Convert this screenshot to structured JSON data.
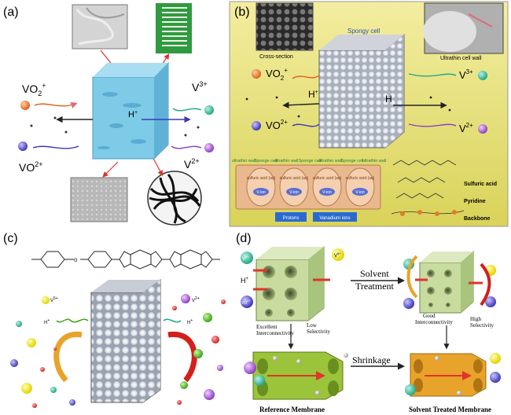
{
  "panel_a": {
    "label": "(a)",
    "ions": {
      "vo2p": "VO",
      "vo2p_sub": "2",
      "vo2p_sup": "+",
      "v3": "V",
      "v3_sup": "3+",
      "vo2": "VO",
      "vo2_sup": "2+",
      "v2": "V",
      "v2_sup": "2+"
    },
    "proton": "H",
    "proton_sup": "+"
  },
  "panel_b": {
    "label": "(b)",
    "cross_section": "Cross-section",
    "spongy_cell": "Spongy cell",
    "ultrathin_cell_wall": "Ultrathin cell wall",
    "ions": {
      "vo2p": "VO",
      "vo2p_sub": "2",
      "vo2p_sup": "+",
      "v3": "V",
      "v3_sup": "3+",
      "vo2": "VO",
      "vo2_sup": "2+",
      "v2": "V",
      "v2_sup": "2+"
    },
    "proton_left": "H",
    "proton_left_sup": "+",
    "proton_right": "H",
    "strip_labels": [
      "ultrathin wall",
      "Sponge cell",
      "ultrathin wall",
      "Sponge cell",
      "ultrathin wall",
      "Sponge cell",
      "ultrathin wall"
    ],
    "sulfuric_acid_small": "sulfuric acid (aq)",
    "v_ion": "V-ion",
    "protons": "Protons",
    "vanadium_ions": "Vanadium ions",
    "legend": [
      "Sulfuric acid",
      "Pyridine",
      "Backbone"
    ]
  },
  "panel_c": {
    "label": "(c)",
    "ions": {
      "v5": "V",
      "v5_sup": "5+",
      "h_left": "H",
      "h_left_sup": "+",
      "v2": "V",
      "v2_sup": "2+",
      "h_right": "H",
      "h_right_sup": "+"
    }
  },
  "panel_d": {
    "label": "(d)",
    "solvent_treatment": [
      "Solvent",
      "Treatment"
    ],
    "shrinkage": "Shrinkage",
    "excellent_interconnectivity": [
      "Excellent",
      "Interconnectivity"
    ],
    "low_selectivity": [
      "Low",
      "Selectivity"
    ],
    "good_interconnectivity": [
      "Good",
      "Interconnectivity"
    ],
    "high_selectivity": [
      "High",
      "Selectivity"
    ],
    "reference_membrane": "Reference Membrane",
    "solvent_treated_membrane": "Solvent Treated Membrane",
    "ions": {
      "v3": "V",
      "v3_sup": "3+",
      "h": "H",
      "h_sup": "+",
      "vo2": "VO",
      "vo2_sup": "2+",
      "v5": "V",
      "v5_sup": "5+"
    }
  },
  "colors": {
    "membrane_blue": "#7ecbe8",
    "panel_b_bg": "#e8e27a",
    "cube_green": "#c8dca0",
    "tube_green": "#9bc43a",
    "tube_orange": "#e8a32a",
    "arrow_red": "#e0342c",
    "arrow_teal": "#2fb39a"
  }
}
